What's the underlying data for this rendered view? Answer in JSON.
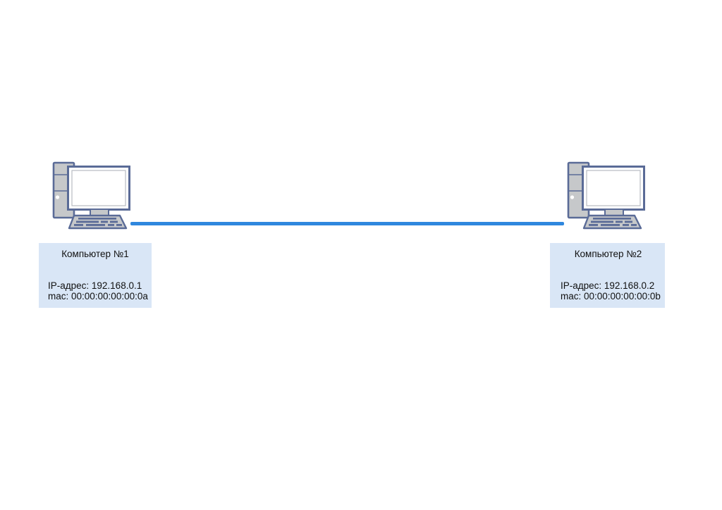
{
  "diagram": {
    "background_color": "#ffffff",
    "link": {
      "color": "#2f87de"
    },
    "label_box_color": "#d9e6f6",
    "icon_colors": {
      "outline": "#5a6b97",
      "body": "#c6c8ca",
      "screen": "#ffffff"
    },
    "nodes": [
      {
        "icon": "desktop-computer-icon",
        "title": "Компьютер №1",
        "ip": "IP-адрес: 192.168.0.1",
        "mac": "mac: 00:00:00:00:00:0a"
      },
      {
        "icon": "desktop-computer-icon",
        "title": "Компьютер №2",
        "ip": "IP-адрес: 192.168.0.2",
        "mac": "mac: 00:00:00:00:00:0b"
      }
    ]
  }
}
